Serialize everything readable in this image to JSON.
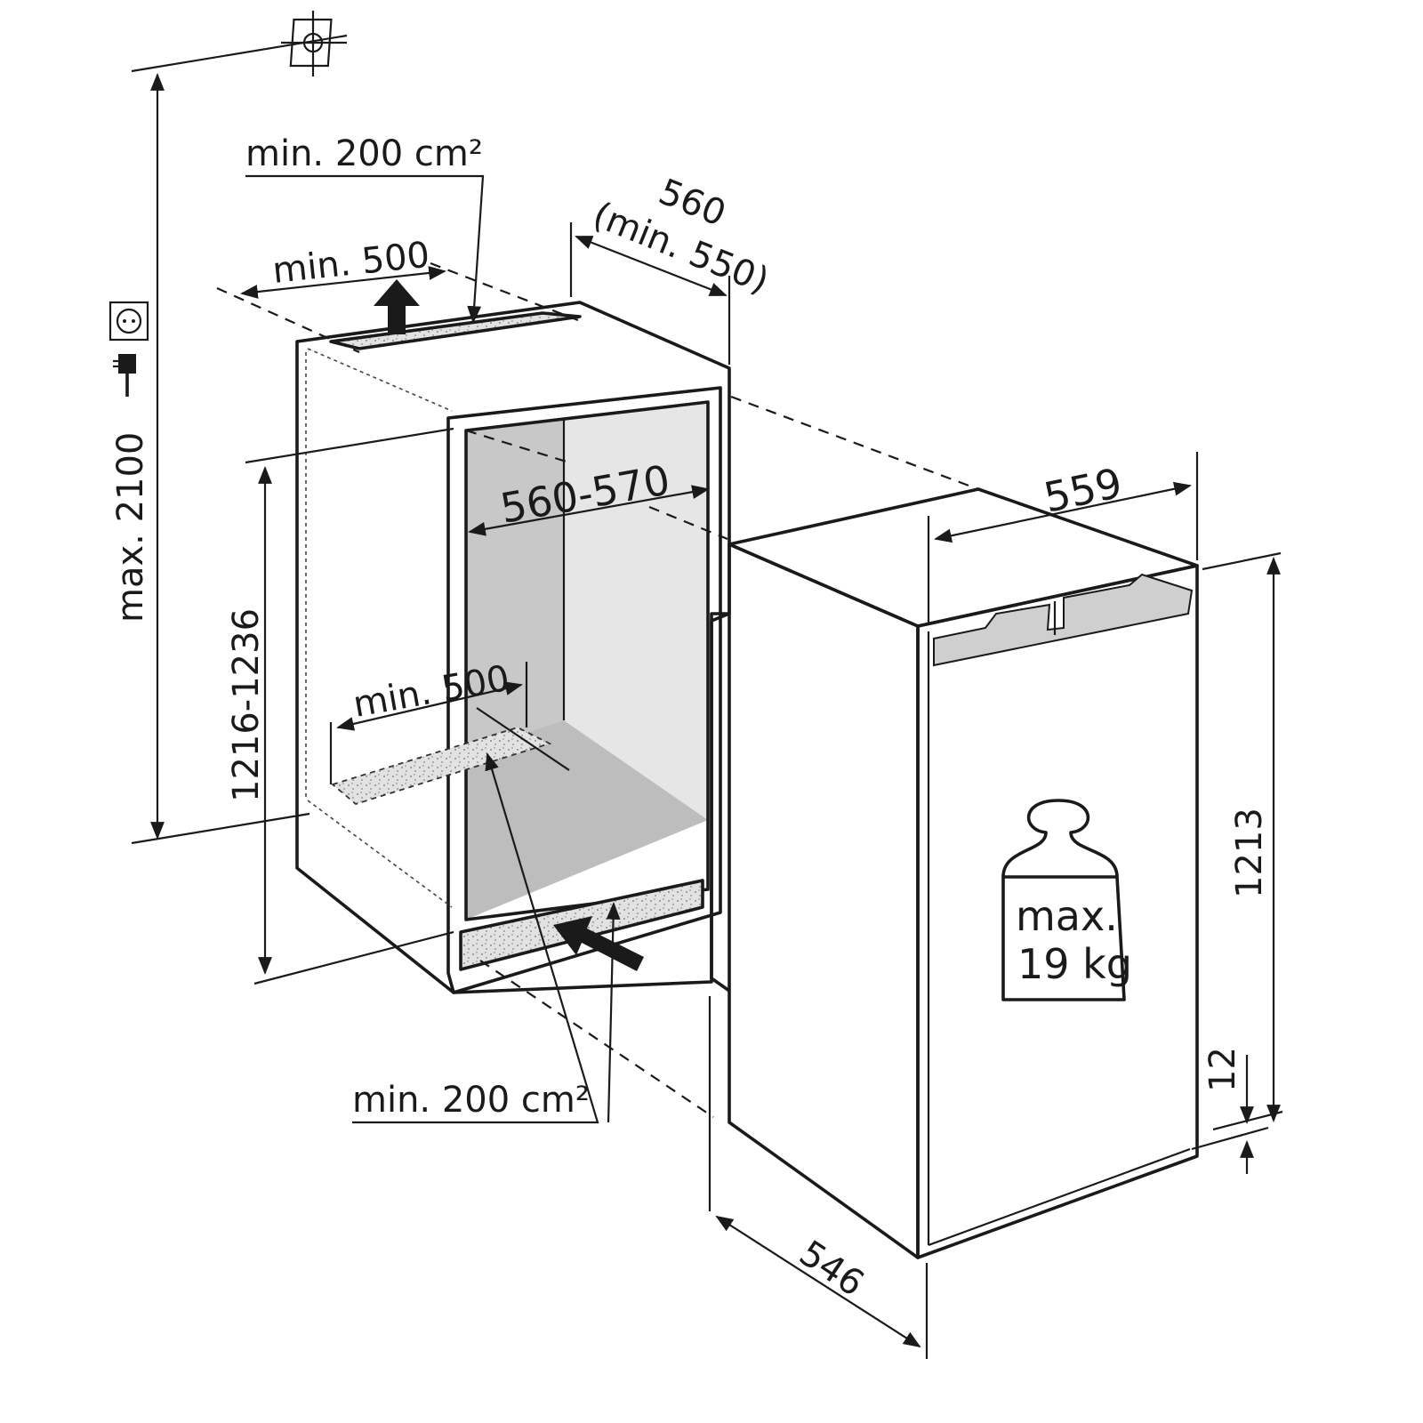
{
  "labels": {
    "vent_top_area": "min. 200 cm²",
    "vent_top_width": "min. 500",
    "niche_depth": "560",
    "niche_depth_min": "(min. 550)",
    "total_height": "max. 2100",
    "niche_width": "560-570",
    "niche_height": "1216-1236",
    "vent_bottom_width": "min. 500",
    "vent_bottom_area": "min. 200 cm²",
    "appliance_width": "559",
    "appliance_height": "1213",
    "door_gap": "12",
    "appliance_depth": "546",
    "max_load": "max.",
    "max_load_value": "19 kg"
  },
  "icons": [
    "wall-anchor-icon",
    "power-socket-icon",
    "power-plug-icon",
    "weight-icon"
  ],
  "colors": {
    "line": "#1a1a1a",
    "niche_interior_dark": "#c8c8c8",
    "niche_interior_light": "#e6e6e6",
    "niche_floor": "#bdbdbd",
    "vent_fill": "#d9d9d9"
  }
}
